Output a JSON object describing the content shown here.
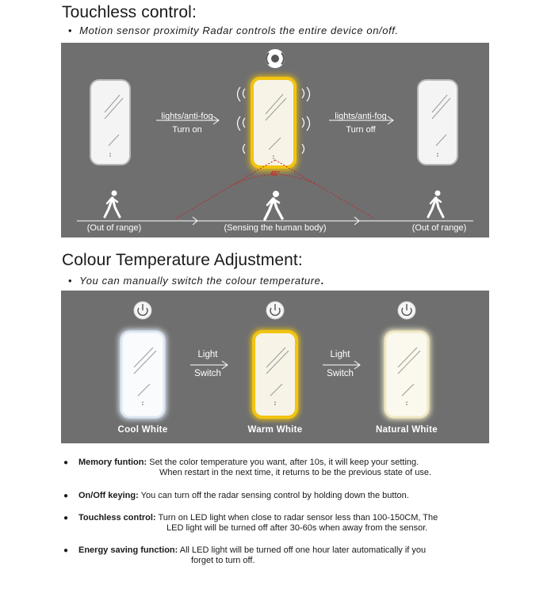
{
  "section1": {
    "title": "Touchless control:",
    "bullet": "Motion sensor proximity Radar controls the entire device on/off.",
    "arrow_left_top": "lights/anti-fog",
    "arrow_left_bottom": "Turn on",
    "arrow_right_top": "lights/anti-fog",
    "arrow_right_bottom": "Turn off",
    "angle_label": "45°",
    "range_left": "(Out of range)",
    "range_center": "(Sensing the human body)",
    "range_right": "(Out of range)"
  },
  "section2": {
    "title": "Colour Temperature Adjustment:",
    "bullet": "You can manually switch the colour temperature",
    "bullet_end": ".",
    "switch1_top": "Light",
    "switch1_bottom": "Switch",
    "switch2_top": "Light",
    "switch2_bottom": "Switch",
    "label_cool": "Cool White",
    "label_warm": "Warm White",
    "label_natural": "Natural White"
  },
  "features": [
    {
      "title": "Memory funtion:",
      "line1": " Set the color temperature you want, after 10s, it will keep your setting.",
      "line2": "When restart in the next time, it returns to be the previous state of use."
    },
    {
      "title": "On/Off keying:",
      "line1": " You can turn off the radar sensing control by holding down the button.",
      "line2": ""
    },
    {
      "title": "Touchless control:",
      "line1": " Turn on LED light when close to radar sensor less than 100-150CM, The",
      "line2": "LED light will be turned off after 30-60s when away from the sensor."
    },
    {
      "title": "Energy saving function:",
      "line1": " All LED light will be turned off one hour later automatically if you",
      "line2": "forget to turn off."
    }
  ],
  "colors": {
    "panel_bg": "#6f6f6f",
    "warm_glow": "#f2c40f",
    "cool_glow": "#e4eef8",
    "natural_glow": "#f6f1d6",
    "angle_red": "#c0282d"
  }
}
